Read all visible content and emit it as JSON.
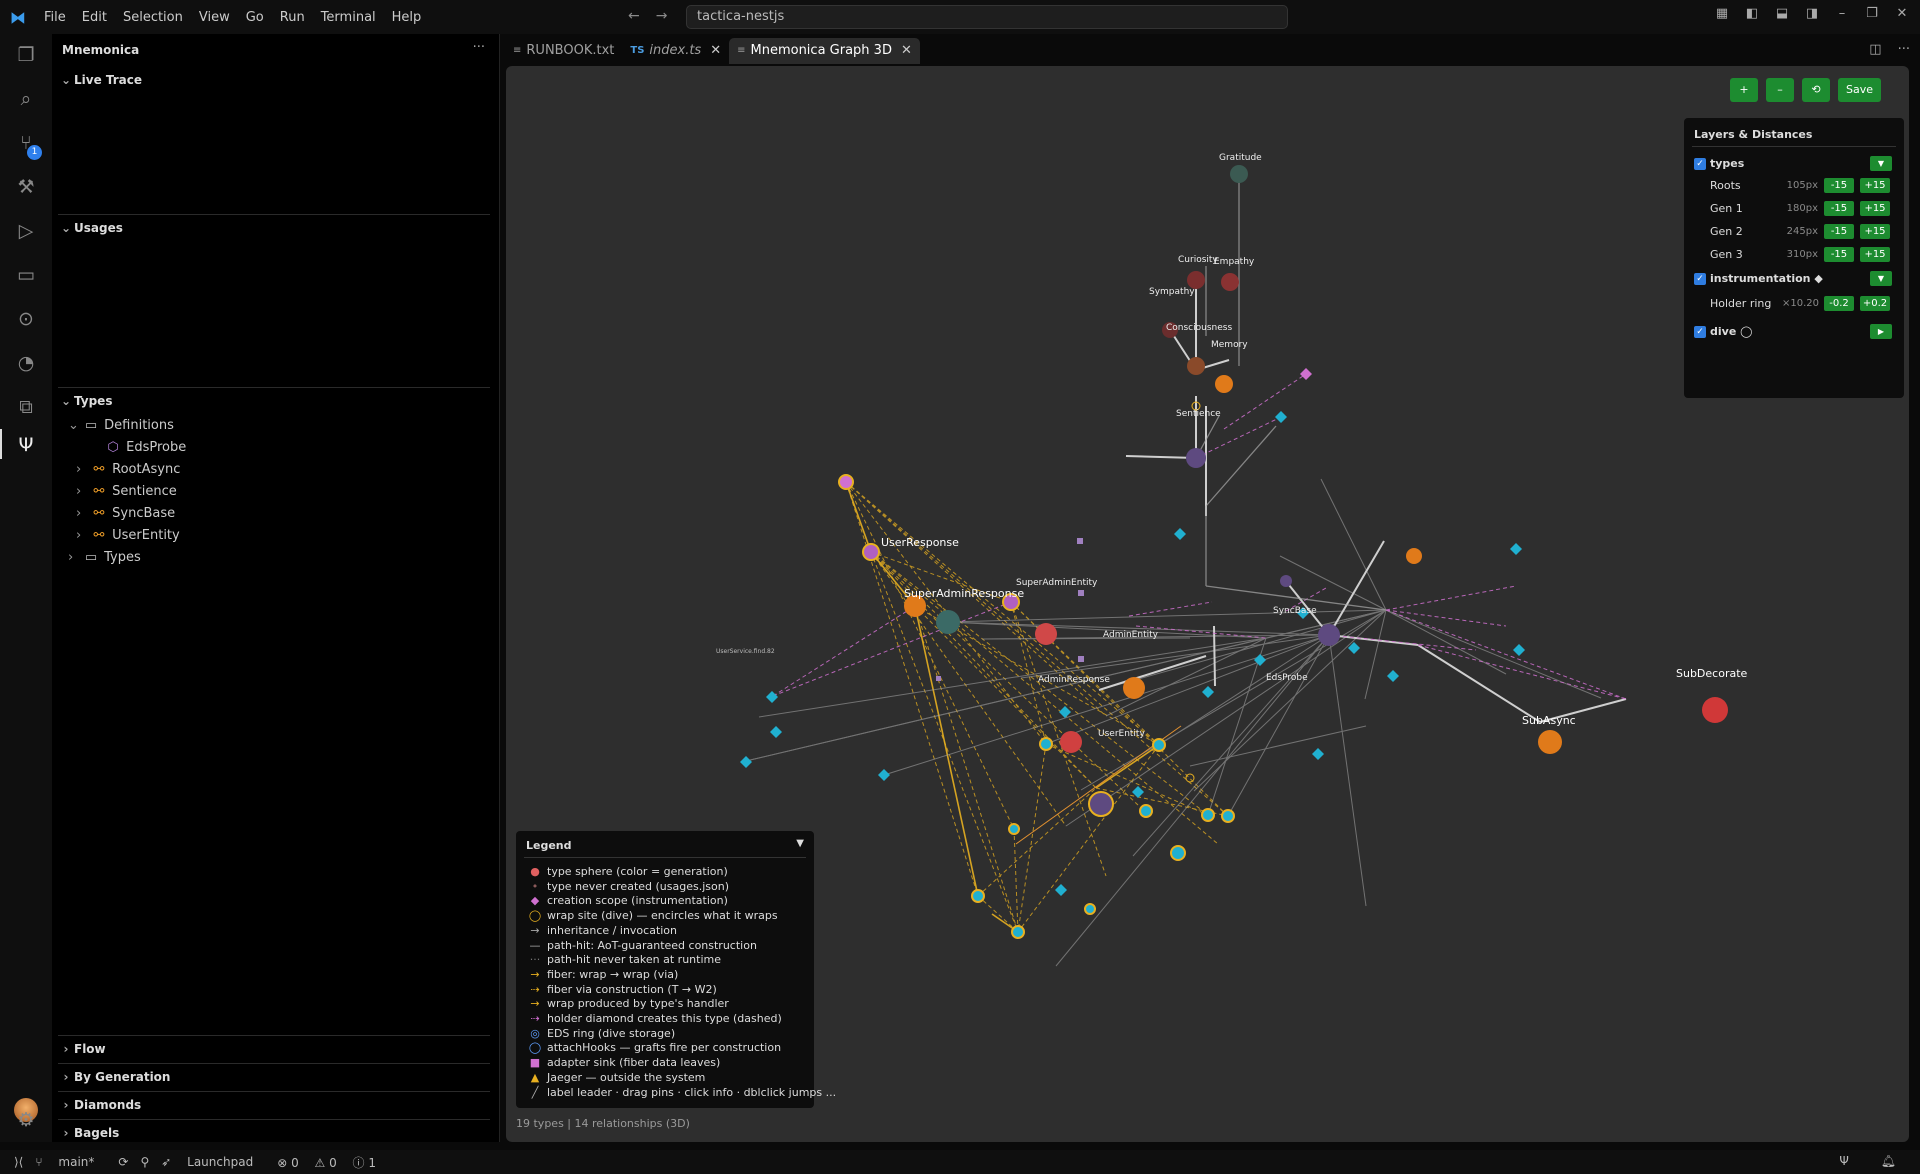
{
  "menu": [
    "File",
    "Edit",
    "Selection",
    "View",
    "Go",
    "Run",
    "Terminal",
    "Help"
  ],
  "search": {
    "value": "tactica-nestjs"
  },
  "sidebar": {
    "title": "Mnemonica",
    "more": "···",
    "sections": {
      "live_trace": "Live Trace",
      "usages": "Usages",
      "types": "Types",
      "flow": "Flow",
      "by_generation": "By Generation",
      "diamonds": "Diamonds",
      "bagels": "Bagels"
    },
    "tree": {
      "definitions": "Definitions",
      "eds_probe": "EdsProbe",
      "root_async": "RootAsync",
      "sentience": "Sentience",
      "sync_base": "SyncBase",
      "user_entity": "UserEntity",
      "types_folder": "Types"
    }
  },
  "tabs": [
    {
      "label": "RUNBOOK.txt",
      "icon": "lines-icon"
    },
    {
      "label": "index.ts",
      "icon": "ts-icon",
      "prefix": "TS"
    },
    {
      "label": "Mnemonica Graph 3D",
      "icon": "lines-icon",
      "active": true
    }
  ],
  "toolbar": {
    "plus": "+",
    "minus": "–",
    "reset": "⟲",
    "save": "Save"
  },
  "layers": {
    "title": "Layers & Distances",
    "types_label": "types",
    "rows": [
      {
        "name": "Roots",
        "dist": "105px"
      },
      {
        "name": "Gen 1",
        "dist": "180px"
      },
      {
        "name": "Gen 2",
        "dist": "245px"
      },
      {
        "name": "Gen 3",
        "dist": "310px"
      }
    ],
    "minus": "-15",
    "plus": "+15",
    "instrumentation_label": "instrumentation ◆",
    "holder_ring": "Holder ring",
    "holder_dist": "×10.20",
    "holder_minus": "-0.2",
    "holder_plus": "+0.2",
    "dive_label": "dive ◯"
  },
  "legend": {
    "title": "Legend",
    "toggle": "▼",
    "items": [
      {
        "sym": "●",
        "color": "#e06060",
        "text": "type sphere (color = generation)"
      },
      {
        "sym": "•",
        "color": "#8a5a5a",
        "text": "type never created (usages.json)"
      },
      {
        "sym": "◆",
        "color": "#d070d0",
        "text": "creation scope (instrumentation)"
      },
      {
        "sym": "◯",
        "color": "#e8b020",
        "text": "wrap site (dive) — encircles what it wraps"
      },
      {
        "sym": "→",
        "color": "#aaaaaa",
        "text": "inheritance / invocation"
      },
      {
        "sym": "—",
        "color": "#aaaaaa",
        "text": "path-hit: AoT-guaranteed construction"
      },
      {
        "sym": "···",
        "color": "#777777",
        "text": "path-hit never taken at runtime"
      },
      {
        "sym": "→",
        "color": "#e8b020",
        "text": "fiber: wrap → wrap (via)"
      },
      {
        "sym": "⇢",
        "color": "#e8b020",
        "text": "fiber via construction (T → W2)"
      },
      {
        "sym": "→",
        "color": "#e8b020",
        "text": "wrap produced by type's handler"
      },
      {
        "sym": "⇢",
        "color": "#d070d0",
        "text": "holder diamond creates this type (dashed)"
      },
      {
        "sym": "◎",
        "color": "#60a0ff",
        "text": "EDS ring (dive storage)"
      },
      {
        "sym": "◯",
        "color": "#60a0ff",
        "text": "attachHooks — grafts fire per construction"
      },
      {
        "sym": "■",
        "color": "#d070d0",
        "text": "adapter sink (fiber data leaves)"
      },
      {
        "sym": "▲",
        "color": "#e8b020",
        "text": "Jaeger — outside the system"
      },
      {
        "sym": "╱",
        "color": "#aaaaaa",
        "text": "label leader · drag pins · click info · dblclick jumps ..."
      }
    ]
  },
  "footer_status": "19 types | 14 relationships (3D)",
  "graph_labels": {
    "gratitude": "Gratitude",
    "curiosity": "Curiosity",
    "empathy": "Empathy",
    "sympathy": "Sympathy",
    "consciousness": "Consciousness",
    "memory": "Memory",
    "sentience": "Sentience",
    "user_response": "UserResponse",
    "super_admin_response": "SuperAdminResponse",
    "super_admin_entity": "SuperAdminEntity",
    "admin_entity": "AdminEntity",
    "admin_response": "AdminResponse",
    "user_entity": "UserEntity",
    "sync_base": "SyncBase",
    "eds_probe": "EdsProbe",
    "sub_async": "SubAsync",
    "sub_decorate": "SubDecorate",
    "user_service": "UserService.find.82"
  },
  "statusbar": {
    "branch": "main*",
    "launchpad": "Launchpad",
    "errors": "0",
    "warnings": "0",
    "info": "1"
  }
}
